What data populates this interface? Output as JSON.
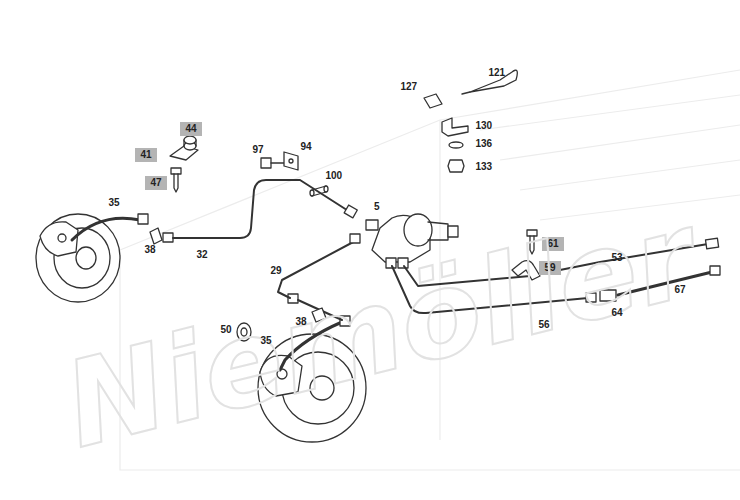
{
  "diagram": {
    "nodes": [
      {
        "text": [
          "44"
        ]
      },
      {
        "text": [
          "41"
        ]
      },
      {
        "text": [
          "47"
        ]
      },
      {
        "text": [
          "61"
        ]
      },
      {
        "text": [
          "59"
        ]
      }
    ],
    "labels": [
      "Niemöller",
      "121",
      "127",
      "130",
      "136",
      "133",
      "97",
      "94",
      "100",
      "35",
      "38",
      "5",
      "32",
      "29",
      "53",
      "67",
      "50",
      "38",
      "64",
      "56",
      "35"
    ]
  }
}
